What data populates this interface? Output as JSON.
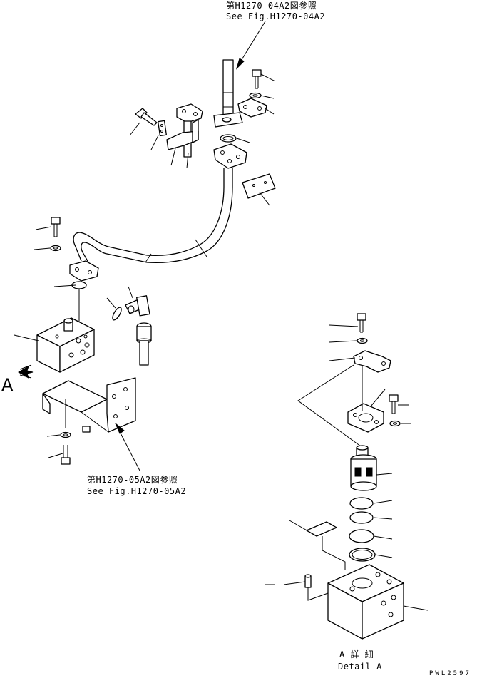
{
  "refs": {
    "top_ref_jp": "第H1270-04A2図参照",
    "top_ref_en": "See Fig.H1270-04A2",
    "bottom_ref_jp": "第H1270-05A2図参照",
    "bottom_ref_en": "See Fig.H1270-05A2"
  },
  "view_marker": "A",
  "detail": {
    "title_jp": "A 詳 細",
    "title_en": "Detail A"
  },
  "drawing_code": "PWL2597"
}
